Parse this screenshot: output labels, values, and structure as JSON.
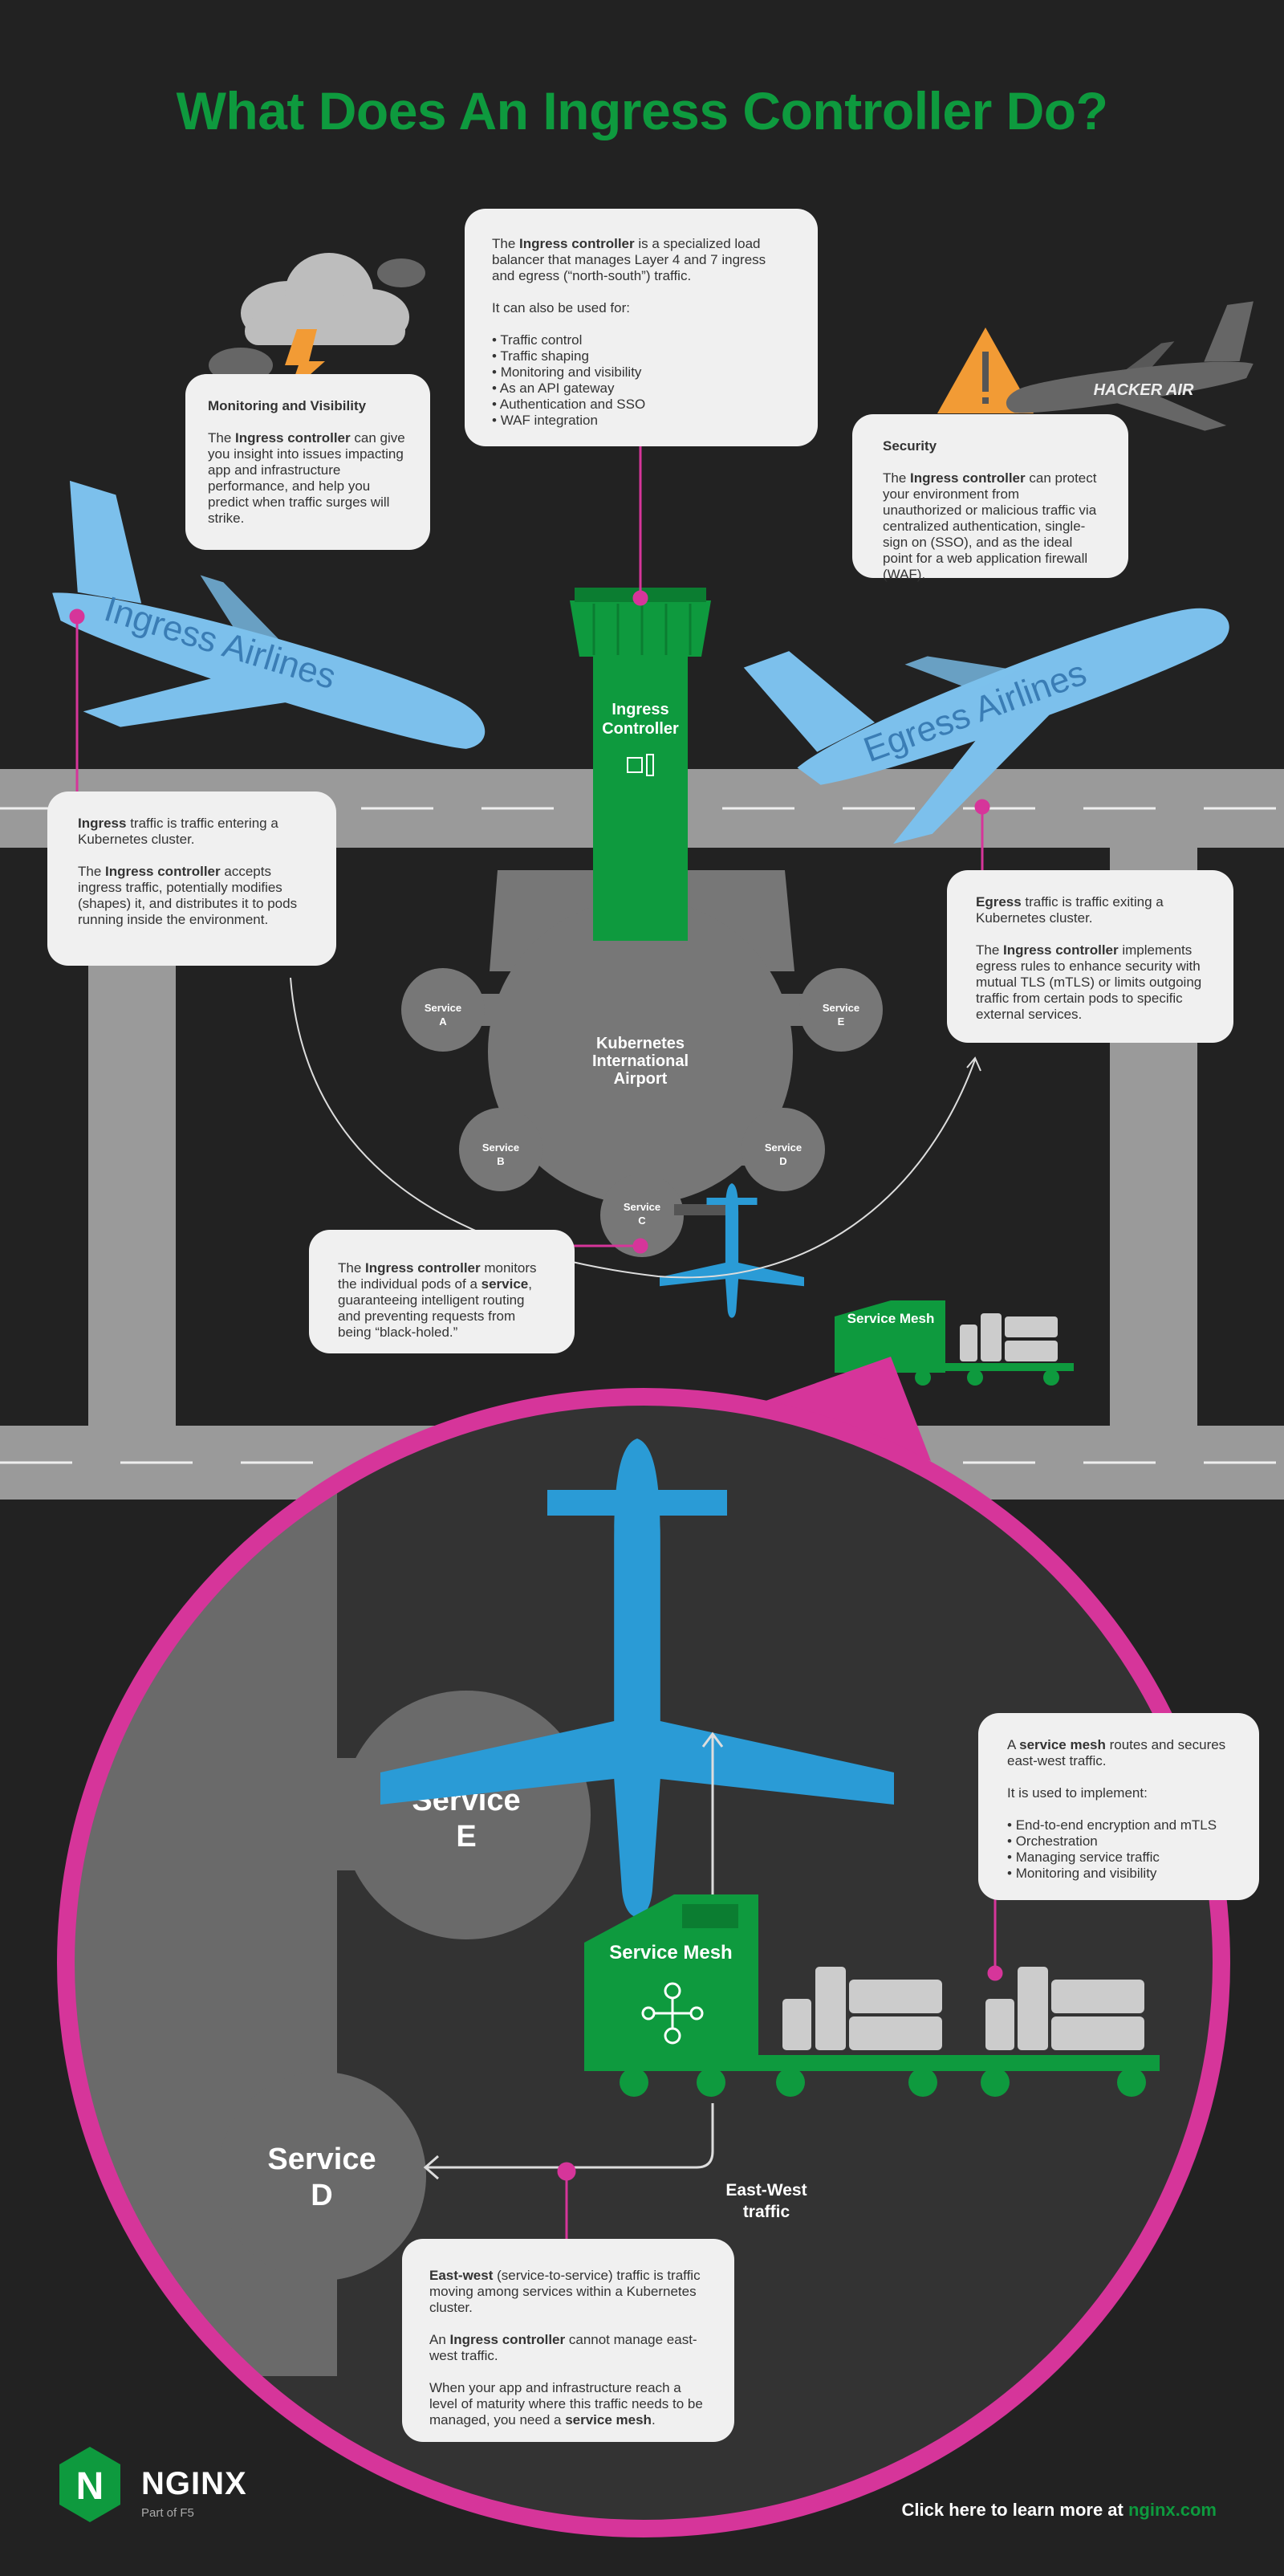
{
  "title": "What Does An Ingress Controller Do?",
  "controller_box": {
    "p1_pre": "The ",
    "p1_bold": "Ingress controller",
    "p1_post": " is a specialized load balancer that manages Layer 4 and 7 ingress and egress (“north-south”) traffic.",
    "p2": "It can also be used for:",
    "items": [
      "Traffic control",
      "Traffic shaping",
      "Monitoring and visibility",
      "As an API gateway",
      "Authentication and SSO",
      "WAF integration"
    ]
  },
  "monitoring_box": {
    "heading": "Monitoring and Visibility",
    "pre": "The ",
    "bold": "Ingress controller",
    "post": " can give you insight into issues impacting app and infrastructure performance, and help you predict when traffic surges will strike."
  },
  "security_box": {
    "heading": "Security",
    "pre": "The ",
    "bold": "Ingress controller",
    "post": " can protect your environment from unauthorized or malicious traffic via centralized authentication, single-sign on (SSO), and as the ideal point for a web application firewall (WAF)."
  },
  "ingress_box": {
    "p1_bold": "Ingress",
    "p1_post": " traffic is traffic entering a Kubernetes cluster.",
    "p2_pre": "The ",
    "p2_bold": "Ingress controller",
    "p2_post": " accepts ingress traffic, potentially modifies (shapes) it, and distributes it to pods running inside the environment."
  },
  "egress_box": {
    "p1_bold": "Egress",
    "p1_post": " traffic is traffic exiting a Kubernetes cluster.",
    "p2_pre": "The ",
    "p2_bold": "Ingress controller",
    "p2_post": " implements egress rules to enhance security with mutual TLS (mTLS) or limits outgoing traffic from certain pods to specific external services."
  },
  "pods_box": {
    "pre": "The ",
    "bold1": "Ingress controller",
    "mid": " monitors the individual pods of a ",
    "bold2": "service",
    "post": ", guaranteeing intelligent routing and preventing requests from being “black-holed.”"
  },
  "mesh_box": {
    "pre": "A ",
    "bold": "service mesh",
    "post": " routes and secures east-west traffic.",
    "p2": "It is used to implement:",
    "items": [
      "End-to-end encryption and mTLS",
      "Orchestration",
      "Managing service traffic",
      "Monitoring and visibility"
    ]
  },
  "eastwest_box": {
    "p1_bold": "East-west",
    "p1_post": " (service-to-service) traffic is traffic moving among services within a Kubernetes cluster.",
    "p2_pre": "An ",
    "p2_bold": "Ingress controller",
    "p2_post": " cannot manage east-west traffic.",
    "p3_pre": "When your app and infrastructure reach a level of maturity where this traffic needs to be managed, you need a ",
    "p3_bold": "service mesh",
    "p3_post": "."
  },
  "labels": {
    "ingress_plane": "Ingress Airlines",
    "egress_plane": "Egress Airlines",
    "hacker_plane": "HACKER AIR",
    "tower_line1": "Ingress",
    "tower_line2": "Controller",
    "airport_line1": "Kubernetes",
    "airport_line2": "International",
    "airport_line3": "Airport",
    "service_word": "Service",
    "service_a": "A",
    "service_b": "B",
    "service_c": "C",
    "service_d": "D",
    "service_e": "E",
    "service_mesh": "Service Mesh",
    "east_west_line1": "East-West",
    "east_west_line2": "traffic"
  },
  "footer": {
    "logo_letter": "N",
    "brand": "NGINX",
    "part_of": "Part of F5",
    "cta_pre": "Click here to learn more at ",
    "cta_link": "nginx.com"
  },
  "colors": {
    "brand_green": "#0e9a3e",
    "accent_pink": "#d6359a",
    "plane_blue": "#7cc0ec",
    "warning_orange": "#f29b35",
    "background": "#222222"
  }
}
